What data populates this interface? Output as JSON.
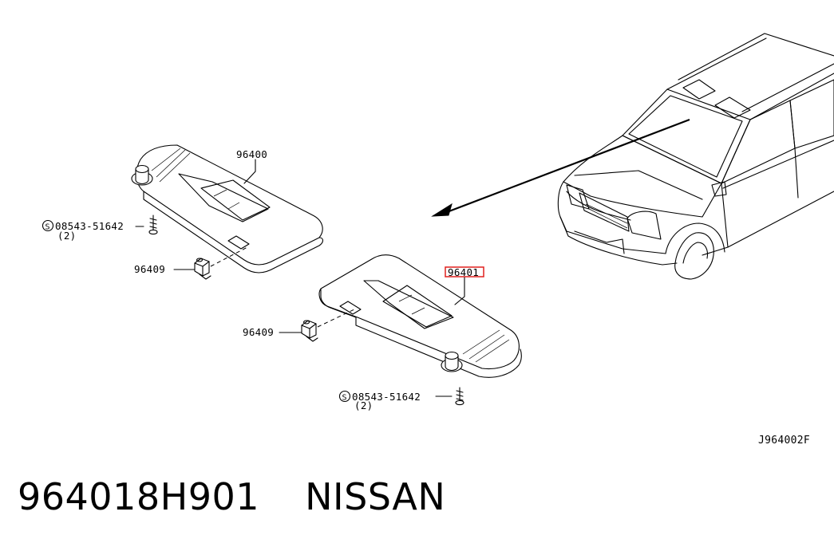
{
  "diagram": {
    "labels": {
      "left_visor": "96400",
      "right_visor": "96401",
      "clip_left": "96409",
      "clip_right": "96409",
      "screw_left": "08543-51642",
      "screw_left_qty": "(2)",
      "screw_right": "08543-51642",
      "screw_right_qty": "(2)",
      "screw_symbol": "S",
      "drawing_code": "J964002F"
    },
    "highlight_color": "#e0201f"
  },
  "footer": {
    "part_number": "964018H901",
    "brand": "NISSAN"
  }
}
